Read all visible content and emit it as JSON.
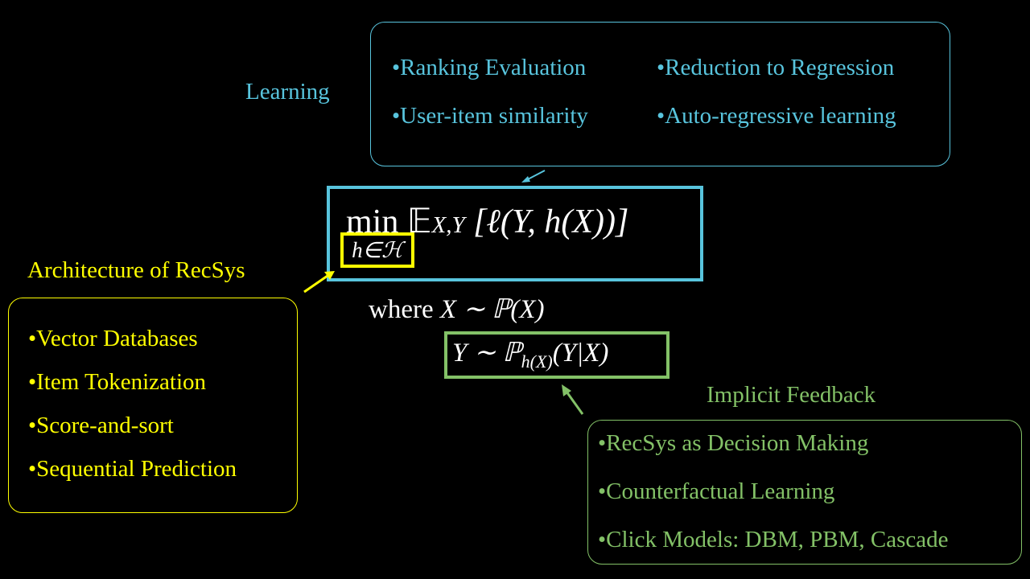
{
  "colors": {
    "learning": "#58c4dd",
    "architecture": "#ffff00",
    "feedback": "#83c167",
    "text": "#ffffff"
  },
  "learning": {
    "title": "Learning",
    "items": [
      "•Ranking Evaluation",
      "•Reduction to Regression",
      "•User-item similarity",
      "•Auto-regressive learning"
    ]
  },
  "architecture": {
    "title": "Architecture of RecSys",
    "items": [
      "•Vector Databases",
      "•Item Tokenization",
      "•Score-and-sort",
      "•Sequential Prediction"
    ]
  },
  "feedback": {
    "title": "Implicit Feedback",
    "items": [
      "•RecSys as Decision Making",
      "•Counterfactual Learning",
      "•Click Models: DBM, PBM, Cascade"
    ]
  },
  "formula": {
    "min": "min",
    "expect": "𝔼",
    "expect_sub": "X,Y",
    "loss": "[ℓ(Y, h(X))]",
    "constraint": "h∈ℋ",
    "where": "where",
    "x_dist": "X ∼ ℙ(X)",
    "y_lhs": "Y ∼ ℙ",
    "y_sub": "h(X)",
    "y_rhs": "(Y|X)"
  }
}
